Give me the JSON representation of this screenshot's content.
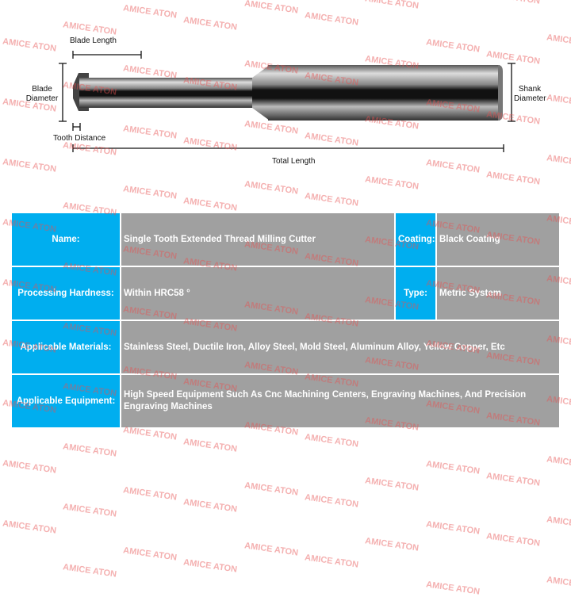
{
  "diagram": {
    "blade_length": "Blade Length",
    "blade_diameter": "Blade Diameter",
    "shank_diameter": "Shank Diameter",
    "tooth_distance": "Tooth Distance",
    "total_length": "Total Length"
  },
  "specs": {
    "name_label": "Name:",
    "name_value": "Single Tooth Extended Thread Milling Cutter",
    "coating_label": "Coating:",
    "coating_value": "Black Coating",
    "hardness_label": "Processing Hardness:",
    "hardness_value": "Within HRC58 °",
    "type_label": "Type:",
    "type_value": "Metric System",
    "materials_label": "Applicable Materials:",
    "materials_value": "Stainless Steel, Ductile Iron, Alloy Steel, Mold Steel, Aluminum Alloy, Yellow Copper, Etc",
    "equipment_label": "Applicable Equipment:",
    "equipment_value": "High Speed Equipment Such As Cnc Machining Centers, Engraving Machines, And Precision Engraving Machines"
  },
  "watermark": "AMICE ATON",
  "colors": {
    "key": "#00aeef",
    "value": "#a0a0a0"
  }
}
